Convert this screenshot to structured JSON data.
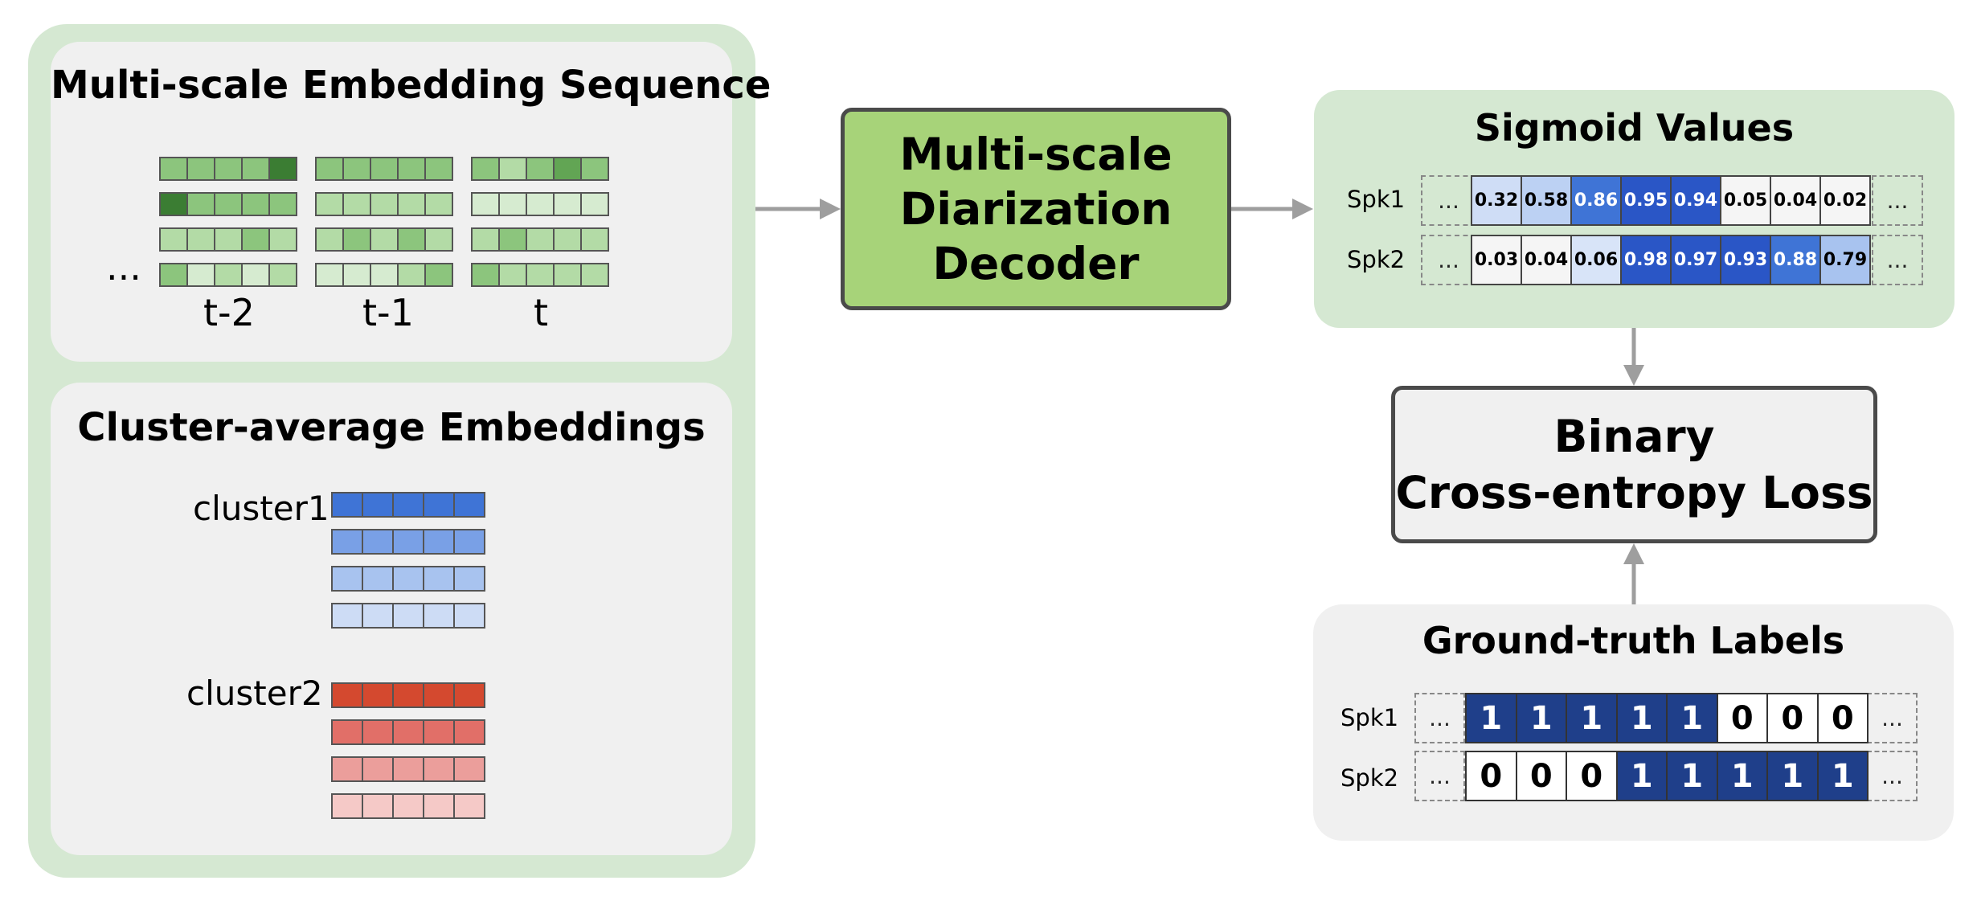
{
  "left": {
    "sequence_title": "Multi-scale Embedding Sequence",
    "ellipsis": "...",
    "time_labels": [
      "t-2",
      "t-1",
      "t"
    ],
    "cluster_title": "Cluster-average Embeddings",
    "cluster_labels": [
      "cluster1",
      "cluster2"
    ]
  },
  "decoder": {
    "line1": "Multi-scale",
    "line2": "Diarization",
    "line3": "Decoder"
  },
  "sigmoid": {
    "title": "Sigmoid Values",
    "ellipsis": "...",
    "rows": [
      {
        "speaker": "Spk1",
        "values": [
          "0.32",
          "0.58",
          "0.86",
          "0.95",
          "0.94",
          "0.05",
          "0.04",
          "0.02"
        ]
      },
      {
        "speaker": "Spk2",
        "values": [
          "0.03",
          "0.04",
          "0.06",
          "0.98",
          "0.97",
          "0.93",
          "0.88",
          "0.79"
        ]
      }
    ]
  },
  "loss": {
    "line1": "Binary",
    "line2": "Cross-entropy Loss"
  },
  "ground_truth": {
    "title": "Ground-truth Labels",
    "ellipsis": "...",
    "rows": [
      {
        "speaker": "Spk1",
        "values": [
          "1",
          "1",
          "1",
          "1",
          "1",
          "0",
          "0",
          "0"
        ]
      },
      {
        "speaker": "Spk2",
        "values": [
          "0",
          "0",
          "0",
          "1",
          "1",
          "1",
          "1",
          "1"
        ]
      }
    ]
  },
  "colors": {
    "label_one_fill": "#1f3f8a",
    "label_zero_fill": "#ffffff",
    "decoder_fill": "#a7d379",
    "panel_green": "#d5e8d2",
    "panel_gray": "#f0f0f0",
    "arrow": "#9e9e9e",
    "green_shades": [
      "#d6ebd0",
      "#b3dba6",
      "#8cc57d",
      "#62a554",
      "#3b7d33"
    ],
    "blue_shades": [
      "#3f74d6",
      "#79a0e6",
      "#a8c3ef",
      "#cddcf5"
    ],
    "red_shades": [
      "#d4492f",
      "#e16f68",
      "#eb9e9b",
      "#f5c9c7"
    ]
  }
}
